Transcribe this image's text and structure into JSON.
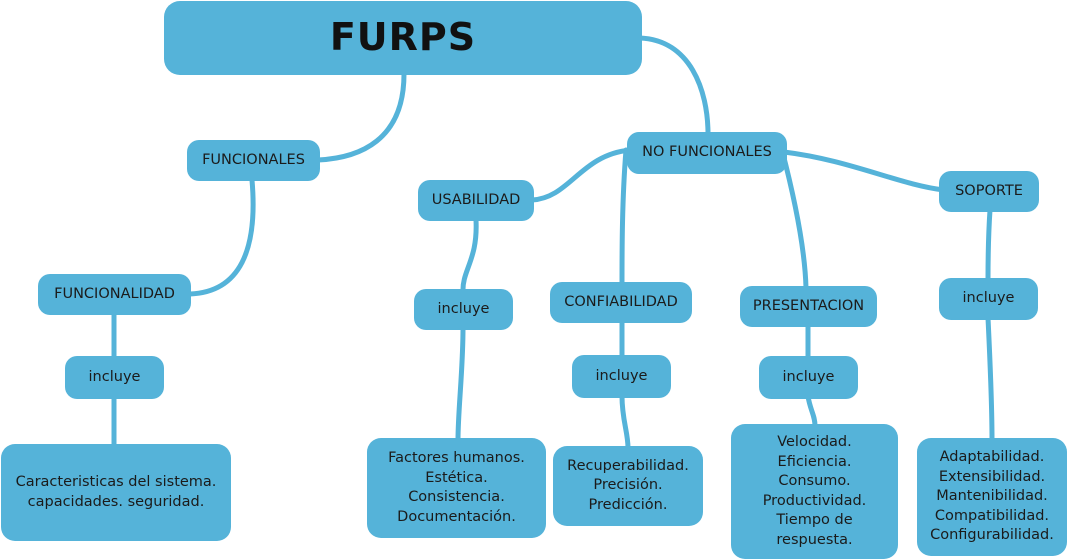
{
  "title": "FURPS",
  "colors": {
    "node": "#55b3d9",
    "connector": "#55b3d9",
    "text": "#1b1b1b"
  },
  "nodes": {
    "funcionales": "FUNCIONALES",
    "funcionalidad": "FUNCIONALIDAD",
    "funcionalidad_incluye": "incluye",
    "funcionalidad_items": [
      "Caracteristicas del sistema.",
      "capacidades. seguridad."
    ],
    "no_funcionales": "NO FUNCIONALES",
    "usabilidad": "USABILIDAD",
    "usabilidad_incluye": "incluye",
    "usabilidad_items": [
      "Factores humanos.",
      "Estética.",
      "Consistencia.",
      "Documentación."
    ],
    "confiabilidad": "CONFIABILIDAD",
    "confiabilidad_incluye": "incluye",
    "confiabilidad_items": [
      "Recuperabilidad.",
      "Precisión.",
      "Predicción."
    ],
    "presentacion": "PRESENTACION",
    "presentacion_incluye": "incluye",
    "presentacion_items": [
      "Velocidad.",
      "Eficiencia.",
      "Consumo.",
      "Productividad.",
      "Tiempo de",
      "respuesta."
    ],
    "soporte": "SOPORTE",
    "soporte_incluye": "incluye",
    "soporte_items": [
      "Adaptabilidad.",
      "Extensibilidad.",
      "Mantenibilidad.",
      "Compatibilidad.",
      "Configurabilidad."
    ]
  }
}
